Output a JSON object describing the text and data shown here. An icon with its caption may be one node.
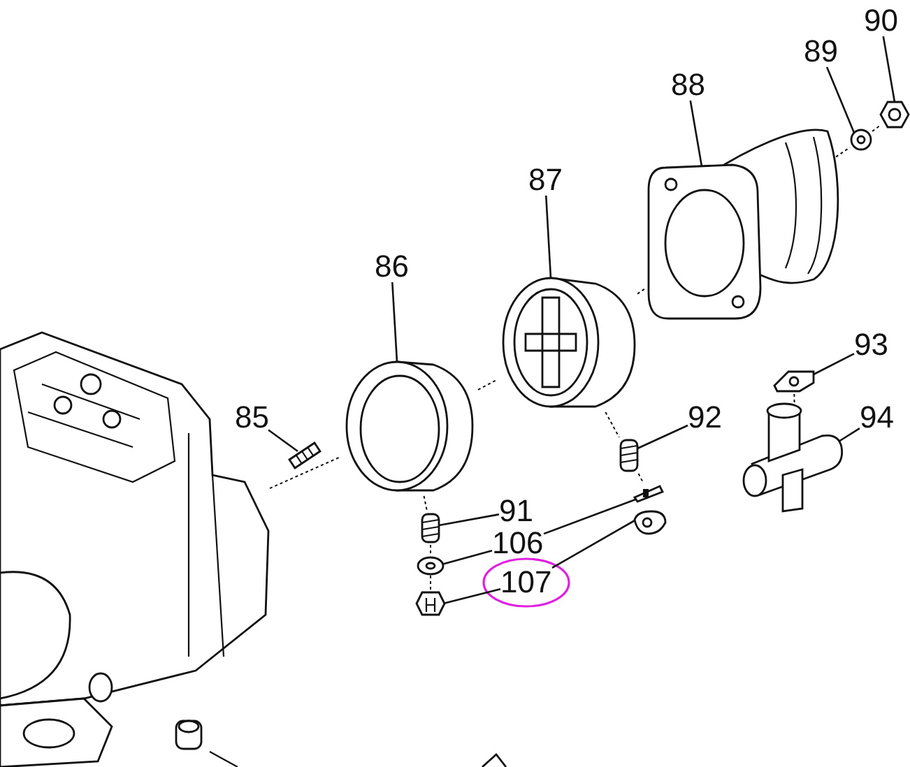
{
  "diagram": {
    "nodes": [
      {
        "text": [
          "90"
        ]
      },
      {
        "text": [],
        "shape": "picture"
      },
      {
        "text": [
          "89"
        ]
      },
      {
        "text": [],
        "shape": "picture"
      },
      {
        "text": [
          "88"
        ]
      },
      {
        "text": [],
        "shape": "picture"
      },
      {
        "text": [
          "87"
        ]
      },
      {
        "text": [],
        "shape": "picture"
      },
      {
        "text": [
          "86"
        ]
      },
      {
        "text": [],
        "shape": "picture"
      },
      {
        "text": [
          "93"
        ]
      },
      {
        "text": [],
        "shape": "picture"
      },
      {
        "text": [
          "85"
        ]
      },
      {
        "text": [],
        "shape": "picture"
      },
      {
        "text": [
          "92"
        ]
      },
      {
        "text": [],
        "shape": "picture"
      },
      {
        "text": [
          "94"
        ]
      },
      {
        "text": [],
        "shape": "picture"
      },
      {
        "text": [
          "91"
        ]
      },
      {
        "text": [],
        "shape": "picture"
      },
      {
        "text": [
          "106"
        ]
      },
      {
        "text": [],
        "shape": "picture"
      },
      {
        "text": [],
        "shape": "picture"
      },
      {
        "text": [
          "107"
        ]
      },
      {
        "text": [],
        "shape": "picture"
      },
      {
        "text": [],
        "shape": "picture"
      },
      {
        "text": [],
        "shape": "picture"
      }
    ],
    "edges": [
      {
        "from": 0,
        "to": 1,
        "arrow": "none"
      },
      {
        "from": 2,
        "to": 3,
        "arrow": "none"
      },
      {
        "from": 4,
        "to": 5,
        "arrow": "none"
      },
      {
        "from": 6,
        "to": 7,
        "arrow": "none"
      },
      {
        "from": 8,
        "to": 9,
        "arrow": "none"
      },
      {
        "from": 10,
        "to": 11,
        "arrow": "none"
      },
      {
        "from": 12,
        "to": 13,
        "arrow": "none"
      },
      {
        "from": 14,
        "to": 15,
        "arrow": "none"
      },
      {
        "from": 16,
        "to": 17,
        "arrow": "none"
      },
      {
        "from": 18,
        "to": 19,
        "arrow": "none"
      },
      {
        "from": 20,
        "to": 21,
        "arrow": "none"
      },
      {
        "from": 20,
        "to": 22,
        "arrow": "none"
      },
      {
        "from": 23,
        "to": 24,
        "arrow": "none"
      },
      {
        "from": 23,
        "to": 25,
        "arrow": "none"
      },
      {
        "from": 26,
        "to": 9,
        "arrow": "none",
        "style": "dashed"
      },
      {
        "from": 9,
        "to": 7,
        "arrow": "none",
        "style": "dashed"
      },
      {
        "from": 7,
        "to": 5,
        "arrow": "none",
        "style": "dashed"
      },
      {
        "from": 5,
        "to": 3,
        "arrow": "none",
        "style": "dashed"
      },
      {
        "from": 3,
        "to": 1,
        "arrow": "none",
        "style": "dashed"
      },
      {
        "from": 7,
        "to": 15,
        "arrow": "none",
        "style": "dashed"
      },
      {
        "from": 15,
        "to": 22,
        "arrow": "none",
        "style": "dashed"
      },
      {
        "from": 9,
        "to": 19,
        "arrow": "none",
        "style": "dashed"
      },
      {
        "from": 19,
        "to": 21,
        "arrow": "none",
        "style": "dashed"
      },
      {
        "from": 21,
        "to": 24,
        "arrow": "none",
        "style": "dashed"
      },
      {
        "from": 11,
        "to": 17,
        "arrow": "none",
        "style": "dashed"
      }
    ]
  }
}
